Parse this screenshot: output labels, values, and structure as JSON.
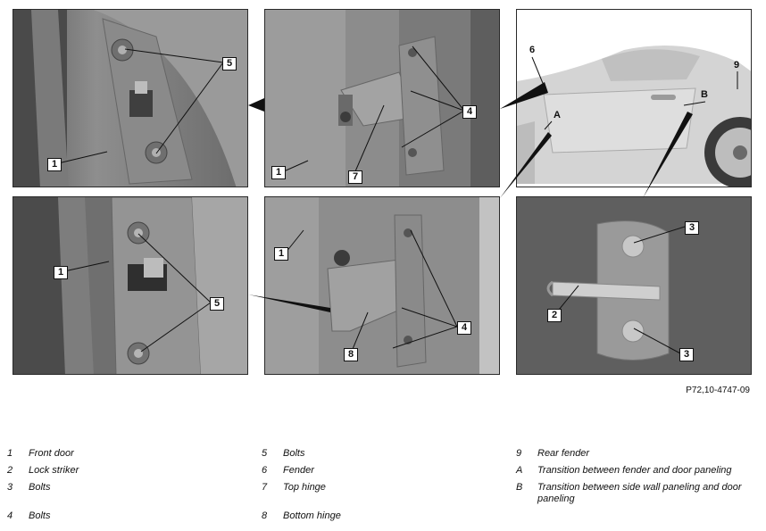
{
  "figure_ref": "P72,10-4747-09",
  "callouts": {
    "p1_5": "5",
    "p1_1": "1",
    "p2_4": "4",
    "p2_1": "1",
    "p2_7": "7",
    "p3_6": "6",
    "p3_9": "9",
    "p3_A": "A",
    "p3_B": "B",
    "p4_1": "1",
    "p4_5": "5",
    "p5_1": "1",
    "p5_4": "4",
    "p5_8": "8",
    "p6_3a": "3",
    "p6_2": "2",
    "p6_3b": "3"
  },
  "legend": [
    {
      "key": "1",
      "text": "Front door"
    },
    {
      "key": "2",
      "text": "Lock striker"
    },
    {
      "key": "3",
      "text": "Bolts"
    },
    {
      "key": "4",
      "text": "Bolts"
    },
    {
      "key": "5",
      "text": "Bolts"
    },
    {
      "key": "6",
      "text": "Fender"
    },
    {
      "key": "7",
      "text": "Top hinge"
    },
    {
      "key": "8",
      "text": "Bottom hinge"
    },
    {
      "key": "9",
      "text": "Rear fender"
    },
    {
      "key": "A",
      "text": "Transition between fender and door paneling"
    },
    {
      "key": "B",
      "text": "Transition between side wall paneling and door paneling"
    }
  ],
  "colors": {
    "metal_dark": "#6e6e6e",
    "metal_mid": "#8c8c8c",
    "metal_light": "#b5b5b5",
    "car_body": "#d6d6d6"
  }
}
